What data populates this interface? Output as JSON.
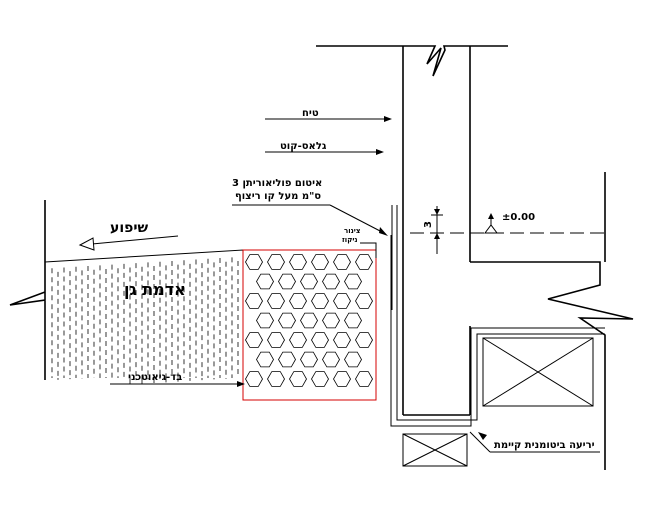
{
  "labels": {
    "slope": "שיפוע",
    "garden_soil": "אדמת גן",
    "plaster": "טיח",
    "glass_coat": "גלאס-קוט",
    "sealing_line1": "איטום פוליאוריתן 3",
    "sealing_line2": "ס\"מ מעל קו ריצוף",
    "drain_top": "צינור",
    "drain_bottom": "ניקוז",
    "geotextile": "בד-גיאוטכני",
    "existing_membrane": "יריעה ביטומנית קיימת",
    "dimension": "3",
    "level": "±0.00"
  },
  "colors": {
    "line": "#000000",
    "gravel_border": "#d40000",
    "background": "#ffffff"
  }
}
